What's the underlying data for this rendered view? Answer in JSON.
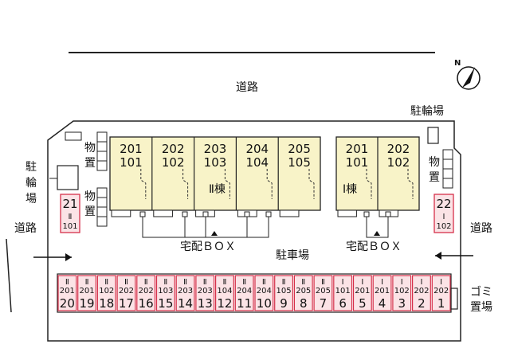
{
  "labels": {
    "road_top": "道路",
    "road_left": "道路",
    "road_right": "道路",
    "bike_right": "駐輪場",
    "bike_left": [
      "駐",
      "輪",
      "場"
    ],
    "storage_a": [
      "物",
      "置"
    ],
    "storage_b": [
      "物",
      "置"
    ],
    "storage_c": [
      "物",
      "置"
    ],
    "parking": "駐車場",
    "delivery_left": "宅配ＢＯＸ",
    "delivery_right": "宅配ＢＯＸ",
    "garbage": [
      "ゴ",
      "ミ",
      "置",
      "場"
    ],
    "building_ii": "Ⅱ棟",
    "building_i": "Ⅰ棟"
  },
  "building_ii_units": [
    {
      "upper": "201",
      "lower": "101"
    },
    {
      "upper": "202",
      "lower": "102"
    },
    {
      "upper": "203",
      "lower": "103"
    },
    {
      "upper": "204",
      "lower": "104"
    },
    {
      "upper": "205",
      "lower": "105"
    }
  ],
  "building_i_units": [
    {
      "upper": "201",
      "lower": "101"
    },
    {
      "upper": "202",
      "lower": "102"
    }
  ],
  "side_spaces": [
    {
      "num": "21",
      "bldg": "Ⅱ",
      "room": "101"
    },
    {
      "num": "22",
      "bldg": "Ⅰ",
      "room": "102"
    }
  ],
  "parking_spaces": [
    {
      "bldg": "Ⅱ",
      "room": "201",
      "num": "20"
    },
    {
      "bldg": "Ⅱ",
      "room": "201",
      "num": "19"
    },
    {
      "bldg": "Ⅱ",
      "room": "102",
      "num": "18"
    },
    {
      "bldg": "Ⅱ",
      "room": "202",
      "num": "17"
    },
    {
      "bldg": "Ⅱ",
      "room": "202",
      "num": "16"
    },
    {
      "bldg": "Ⅱ",
      "room": "103",
      "num": "15"
    },
    {
      "bldg": "Ⅱ",
      "room": "203",
      "num": "14"
    },
    {
      "bldg": "Ⅱ",
      "room": "203",
      "num": "13"
    },
    {
      "bldg": "Ⅱ",
      "room": "104",
      "num": "12"
    },
    {
      "bldg": "Ⅱ",
      "room": "204",
      "num": "11"
    },
    {
      "bldg": "Ⅱ",
      "room": "204",
      "num": "10"
    },
    {
      "bldg": "Ⅱ",
      "room": "105",
      "num": "9"
    },
    {
      "bldg": "Ⅱ",
      "room": "205",
      "num": "8"
    },
    {
      "bldg": "Ⅱ",
      "room": "205",
      "num": "7"
    },
    {
      "bldg": "Ⅰ",
      "room": "101",
      "num": "6"
    },
    {
      "bldg": "Ⅰ",
      "room": "201",
      "num": "5"
    },
    {
      "bldg": "Ⅰ",
      "room": "201",
      "num": "4"
    },
    {
      "bldg": "Ⅰ",
      "room": "102",
      "num": "3"
    },
    {
      "bldg": "Ⅰ",
      "room": "202",
      "num": "2"
    },
    {
      "bldg": "Ⅰ",
      "room": "202",
      "num": "1"
    }
  ],
  "colors": {
    "building_fill": "#f8f3c8",
    "parking_fill": "#fbe3e6",
    "parking_border": "#d6304a",
    "line": "#222222"
  }
}
